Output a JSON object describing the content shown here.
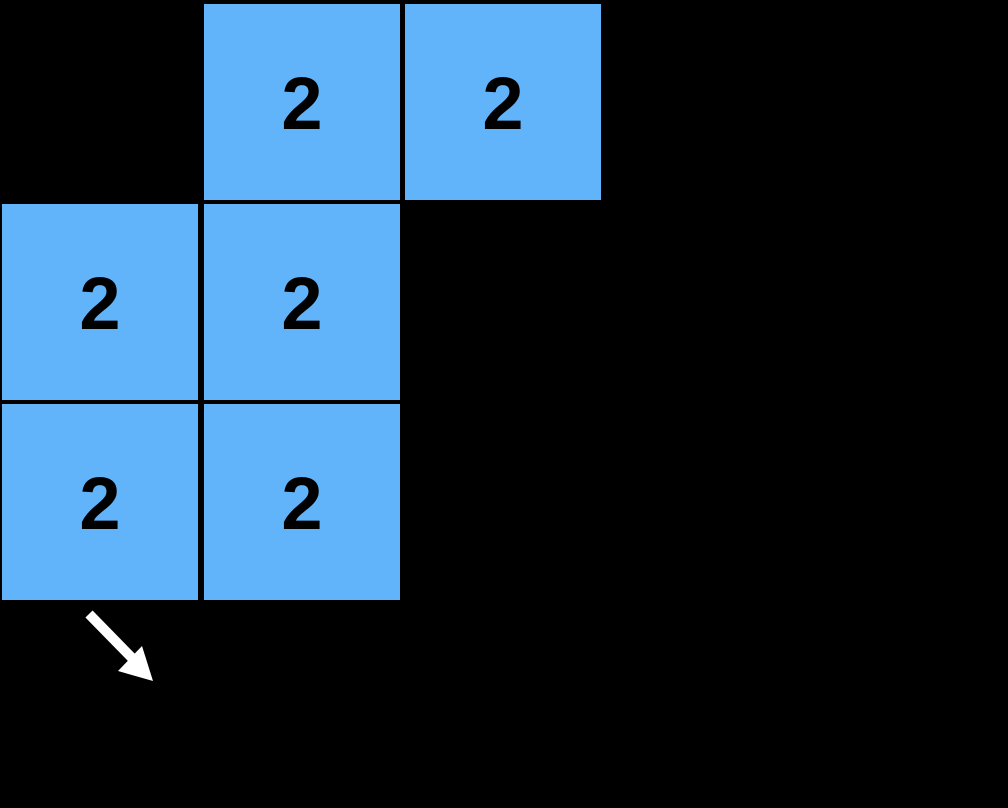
{
  "page": {
    "background_color": "#000000"
  },
  "board": {
    "rows": 3,
    "cols": 3,
    "tile_color": "#61B4FA",
    "tile_text_color": "#000000",
    "tiles": [
      {
        "row": 0,
        "col": 1,
        "value": "2"
      },
      {
        "row": 0,
        "col": 2,
        "value": "2"
      },
      {
        "row": 1,
        "col": 0,
        "value": "2"
      },
      {
        "row": 1,
        "col": 1,
        "value": "2"
      },
      {
        "row": 2,
        "col": 0,
        "value": "2"
      },
      {
        "row": 2,
        "col": 1,
        "value": "2"
      }
    ]
  },
  "arrow": {
    "icon": "arrow-down-right-icon",
    "direction": "down-right",
    "color": "#FFFFFF"
  }
}
